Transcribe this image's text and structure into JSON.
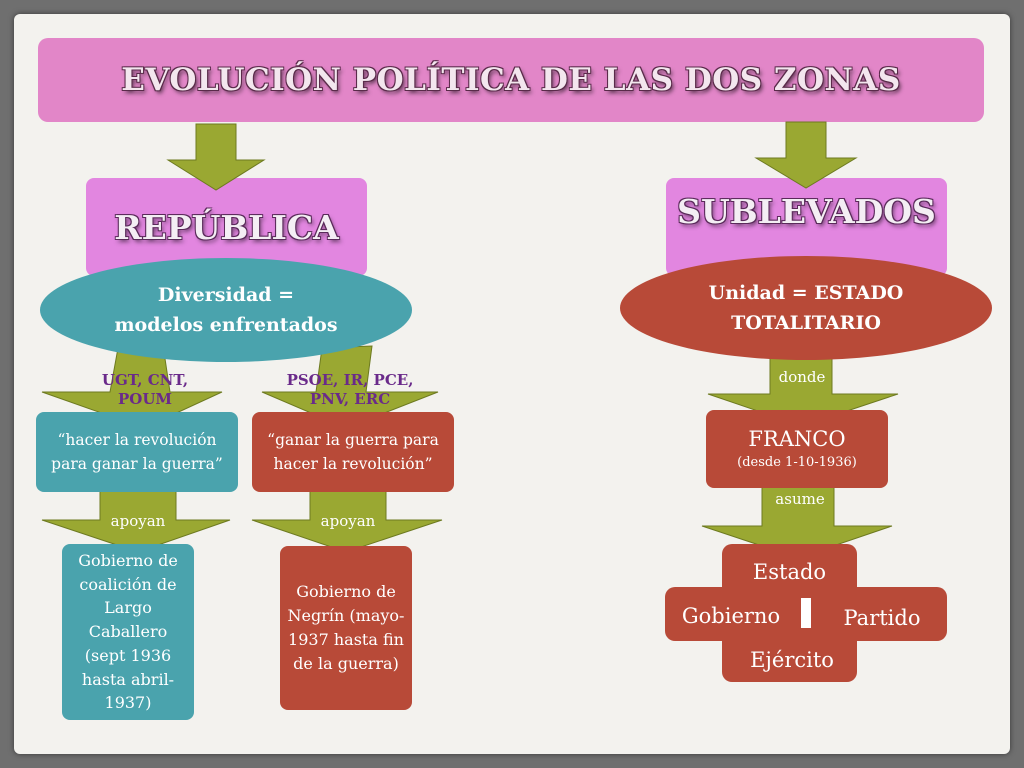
{
  "title": "EVOLUCIÓN POLÍTICA DE LAS DOS ZONAS",
  "republica": {
    "heading": "REPÚBLICA",
    "ellipse": [
      "Diversidad =",
      "modelos enfrentados"
    ],
    "left_group": {
      "label": [
        "UGT, CNT,",
        "POUM"
      ],
      "quote": [
        "“hacer la revolución",
        "para ganar la guerra”"
      ],
      "verb": "apoyan",
      "government": [
        "Gobierno de",
        "coalición de",
        "Largo",
        "Caballero",
        "(sept 1936",
        "hasta abril-",
        "1937)"
      ]
    },
    "right_group": {
      "label": [
        "PSOE, IR, PCE,",
        "PNV, ERC"
      ],
      "quote": [
        "“ganar la guerra para",
        "hacer la revolución”"
      ],
      "verb": "apoyan",
      "government": [
        "Gobierno de",
        "Negrín (mayo-",
        "1937 hasta fin",
        "de la guerra)"
      ]
    }
  },
  "sublevados": {
    "heading": "SUBLEVADOS",
    "ellipse": [
      "Unidad = ESTADO",
      "TOTALITARIO"
    ],
    "connector1": "donde",
    "franco": {
      "name": "FRANCO",
      "date": "(desde 1-10-1936)"
    },
    "connector2": "asume",
    "cross": {
      "top": "Estado",
      "left": "Gobierno",
      "right": "Partido",
      "bottom": "Ejército"
    }
  },
  "colors": {
    "pink": "#e286c8",
    "magenta": "#e286e0",
    "teal": "#4aa3ad",
    "red": "#b84a38",
    "arrow": "#9aa832"
  }
}
